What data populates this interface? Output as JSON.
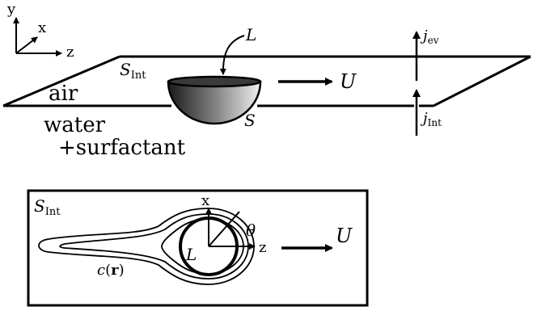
{
  "axes_3d": {
    "y": "y",
    "x": "x",
    "z": "z"
  },
  "top": {
    "L": "L",
    "S_int": "S",
    "S_int_sub": "Int",
    "U": "U",
    "S": "S",
    "air": "air",
    "water": "water",
    "surfactant": "+surfactant",
    "j_ev": "j",
    "j_ev_sub": "ev",
    "j_int": "j",
    "j_int_sub": "Int"
  },
  "bottom": {
    "S_int": "S",
    "S_int_sub": "Int",
    "x": "x",
    "z": "z",
    "theta": "θ",
    "L": "L",
    "U": "U",
    "c_r": "c(r)",
    "c_r_parts": {
      "c": "c",
      "open": "(",
      "r": "r",
      "close": ")"
    }
  },
  "colors": {
    "stroke": "#000000",
    "dome_dark": "#1a1a1a",
    "dome_light": "#e8e8e8"
  }
}
